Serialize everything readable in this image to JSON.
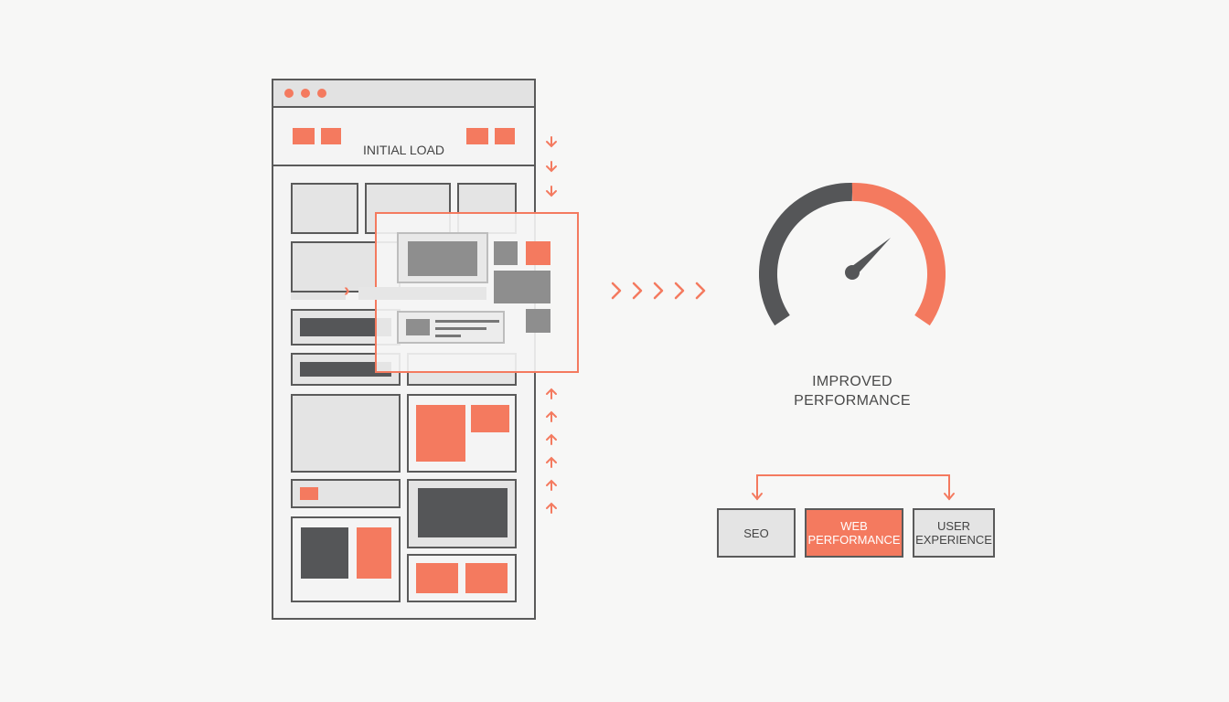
{
  "diagram": {
    "initial_load_label": "INITIAL LOAD",
    "result_label_line1": "IMPROVED",
    "result_label_line2": "PERFORMANCE",
    "boxes": [
      {
        "line1": "SEO",
        "line2": ""
      },
      {
        "line1": "WEB",
        "line2": "PERFORMANCE"
      },
      {
        "line1": "USER",
        "line2": "EXPERIENCE"
      }
    ],
    "colors": {
      "accent": "#f47a5f",
      "dark": "#555658",
      "frame": "#5a5a5a",
      "tile": "#e4e4e4"
    },
    "gauge": {
      "filled_fraction": 0.5
    }
  }
}
